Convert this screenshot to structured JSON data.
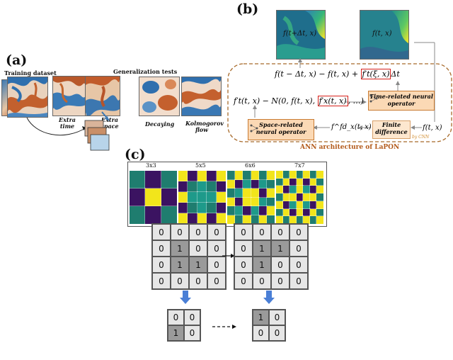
{
  "panel_a": {
    "letter": "(a)",
    "training_label": "Training dataset",
    "generalization_label": "Generalization tests",
    "thumb_labels": [
      "Extra time",
      "Extra space",
      "Decaying",
      "Kolmogorov flow"
    ]
  },
  "panel_b": {
    "letter": "(b)",
    "img_top_left": "f(t+Δt, x)",
    "img_top_right": "f(t, x)",
    "eq_top_pre": "f(t − Δt, x) − f(t, x) + ",
    "eq_top_box": "f′t(ξ, x)",
    "eq_top_post": "Δt",
    "eq_mid_pre": "f′t(t, x) − N(0, f(t, x), ",
    "eq_mid_box": "f′x(t, x)",
    "eq_mid_post": ", …)",
    "box_time": "Time-related neural operator",
    "box_space": "Space-related neural operator",
    "box_finite": "Finite difference",
    "by_cnn": "by CNN",
    "fx_label": "f^fd_x(t, x)",
    "f_label": "f(t, x)",
    "caption": "ANN architecture of LaPON",
    "colors": {
      "dash": "#a86a2a",
      "box_fill": "#fbd9b5",
      "red": "#d6201a"
    }
  },
  "panel_c": {
    "letter": "(c)",
    "kernel_labels": [
      "3x3",
      "5x5",
      "6x6",
      "7x7"
    ],
    "grid_left": [
      [
        0,
        0,
        0,
        0
      ],
      [
        0,
        1,
        0,
        0
      ],
      [
        0,
        1,
        1,
        0
      ],
      [
        0,
        0,
        0,
        0
      ]
    ],
    "grid_right": [
      [
        0,
        0,
        0,
        0
      ],
      [
        0,
        1,
        1,
        0
      ],
      [
        0,
        1,
        0,
        0
      ],
      [
        0,
        0,
        0,
        0
      ]
    ],
    "small_left": [
      [
        0,
        0
      ],
      [
        1,
        0
      ]
    ],
    "small_right": [
      [
        1,
        0
      ],
      [
        0,
        0
      ]
    ],
    "colors": {
      "yellow": "#f2e51b",
      "purple": "#3b1361",
      "teal": "#1e9a8a",
      "green": "#1f7d6f",
      "cell_light": "#e6e6e6",
      "cell_dark": "#9a9a9a",
      "arrow_blue": "#4a7fd6"
    }
  }
}
